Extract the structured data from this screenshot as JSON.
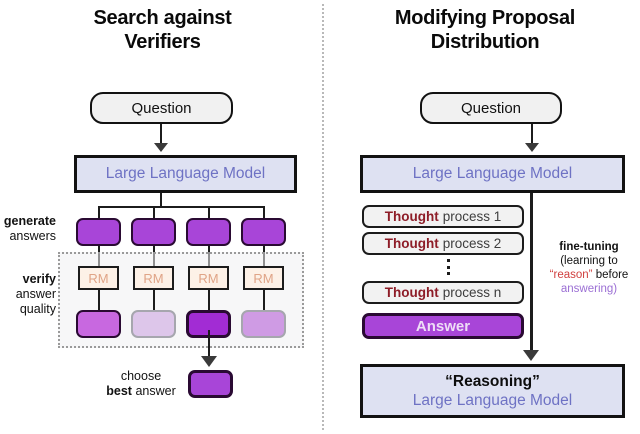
{
  "panels": {
    "left": {
      "title_line1": "Search against",
      "title_line2": "Verifiers",
      "question_label": "Question",
      "llm_label": "Large Language Model",
      "labels": {
        "generate_bold": "generate",
        "generate_rest": "answers",
        "verify_bold": "verify",
        "verify_rest1": "answer",
        "verify_rest2": "quality"
      },
      "rm_label": "RM",
      "rm_boxes": [
        "RM",
        "RM",
        "RM",
        "RM"
      ],
      "generated_answers": [
        {
          "color": "#a845d8",
          "selected": false
        },
        {
          "color": "#a845d8",
          "selected": false
        },
        {
          "color": "#a845d8",
          "selected": false
        },
        {
          "color": "#a845d8",
          "selected": false
        }
      ],
      "verified_answers": [
        {
          "color": "#c濃",
          "selected": false
        }
      ],
      "choose": {
        "line1": "choose",
        "best_bold": "best",
        "line2_rest": "answer"
      }
    },
    "right": {
      "title_line1": "Modifying Proposal",
      "title_line2": "Distribution",
      "question_label": "Question",
      "llm_label": "Large Language Model",
      "thoughts": [
        {
          "key": "Thought",
          "rest": "process 1"
        },
        {
          "key": "Thought",
          "rest": "process 2"
        },
        {
          "key": "Thought",
          "rest": "process n"
        }
      ],
      "ellipsis": "vertical-ellipsis",
      "answer_label": "Answer",
      "fine_tuning": {
        "title": "fine-tuning",
        "line2": "(learning to",
        "reason_word": "“reason”",
        "line3_rest": "before",
        "answering_word": "answering)"
      },
      "reasoning_box": {
        "top": "“Reasoning”",
        "bottom": "Large Language Model"
      }
    }
  },
  "colors": {
    "purple_answer": "#a845d8",
    "purple_selected": "#a22cd4",
    "purple_light": "#c88ee2",
    "purple_faint": "#ddc6ea",
    "llm_bg": "#dee1f2",
    "llm_text": "#6e72c4",
    "rm_bg": "#fdf1e7",
    "rm_text": "#e0a487",
    "reason_red": "#d0403f",
    "thought_red": "#8e1d28",
    "answering_purple": "#9b6fd4"
  },
  "verified_colors": [
    "#c868e0",
    "#ddc6ea",
    "#a22cd4",
    "#cf9be4"
  ],
  "verified_faded": [
    false,
    true,
    false,
    true
  ]
}
